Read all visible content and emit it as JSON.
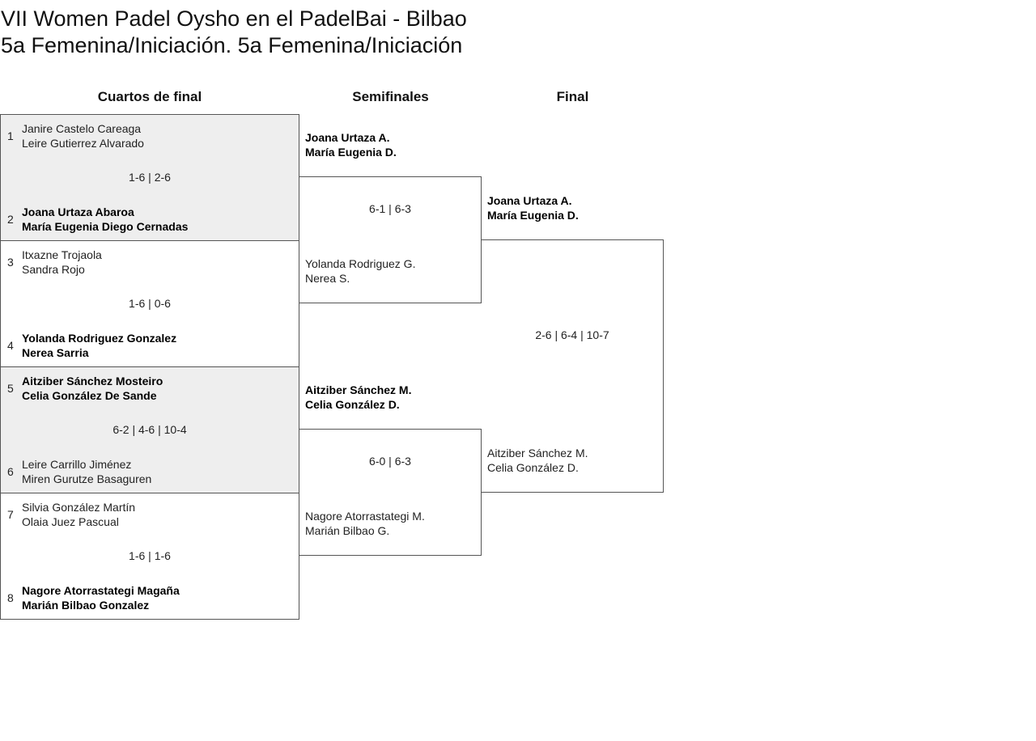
{
  "title": {
    "line1": "VII Women Padel Oysho en el PadelBai - Bilbao",
    "line2": "5a Femenina/Iniciación. 5a Femenina/Iniciación"
  },
  "rounds": [
    "Cuartos de final",
    "Semifinales",
    "Final"
  ],
  "quarterfinals": [
    {
      "top": {
        "seed": "1",
        "p1": "Janire Castelo Careaga",
        "p2": "Leire Gutierrez Alvarado"
      },
      "bottom": {
        "seed": "2",
        "p1": "Joana Urtaza Abaroa",
        "p2": "María Eugenia Diego Cernadas"
      },
      "score": "1-6 | 2-6",
      "winner": "bottom"
    },
    {
      "top": {
        "seed": "3",
        "p1": "Itxazne Trojaola",
        "p2": "Sandra Rojo"
      },
      "bottom": {
        "seed": "4",
        "p1": "Yolanda Rodriguez Gonzalez",
        "p2": "Nerea Sarria"
      },
      "score": "1-6 | 0-6",
      "winner": "bottom"
    },
    {
      "top": {
        "seed": "5",
        "p1": "Aitziber Sánchez Mosteiro",
        "p2": "Celia González De Sande"
      },
      "bottom": {
        "seed": "6",
        "p1": "Leire Carrillo Jiménez",
        "p2": "Miren Gurutze Basaguren"
      },
      "score": "6-2 | 4-6 | 10-4",
      "winner": "top"
    },
    {
      "top": {
        "seed": "7",
        "p1": "Silvia González Martín",
        "p2": "Olaia Juez Pascual"
      },
      "bottom": {
        "seed": "8",
        "p1": "Nagore Atorrastategi Magaña",
        "p2": "Marián Bilbao Gonzalez"
      },
      "score": "1-6 | 1-6",
      "winner": "bottom"
    }
  ],
  "semifinals": [
    {
      "top": {
        "p1": "Joana Urtaza A.",
        "p2": "María Eugenia D."
      },
      "bottom": {
        "p1": "Yolanda Rodriguez G.",
        "p2": "Nerea S."
      },
      "score": "6-1 | 6-3",
      "winner": "top"
    },
    {
      "top": {
        "p1": "Aitziber Sánchez M.",
        "p2": "Celia González D."
      },
      "bottom": {
        "p1": "Nagore Atorrastategi M.",
        "p2": "Marián Bilbao G."
      },
      "score": "6-0 | 6-3",
      "winner": "top"
    }
  ],
  "final": {
    "top": {
      "p1": "Joana Urtaza A.",
      "p2": "María Eugenia D."
    },
    "bottom": {
      "p1": "Aitziber Sánchez M.",
      "p2": "Celia González D."
    },
    "score": "2-6 | 6-4 | 10-7"
  }
}
